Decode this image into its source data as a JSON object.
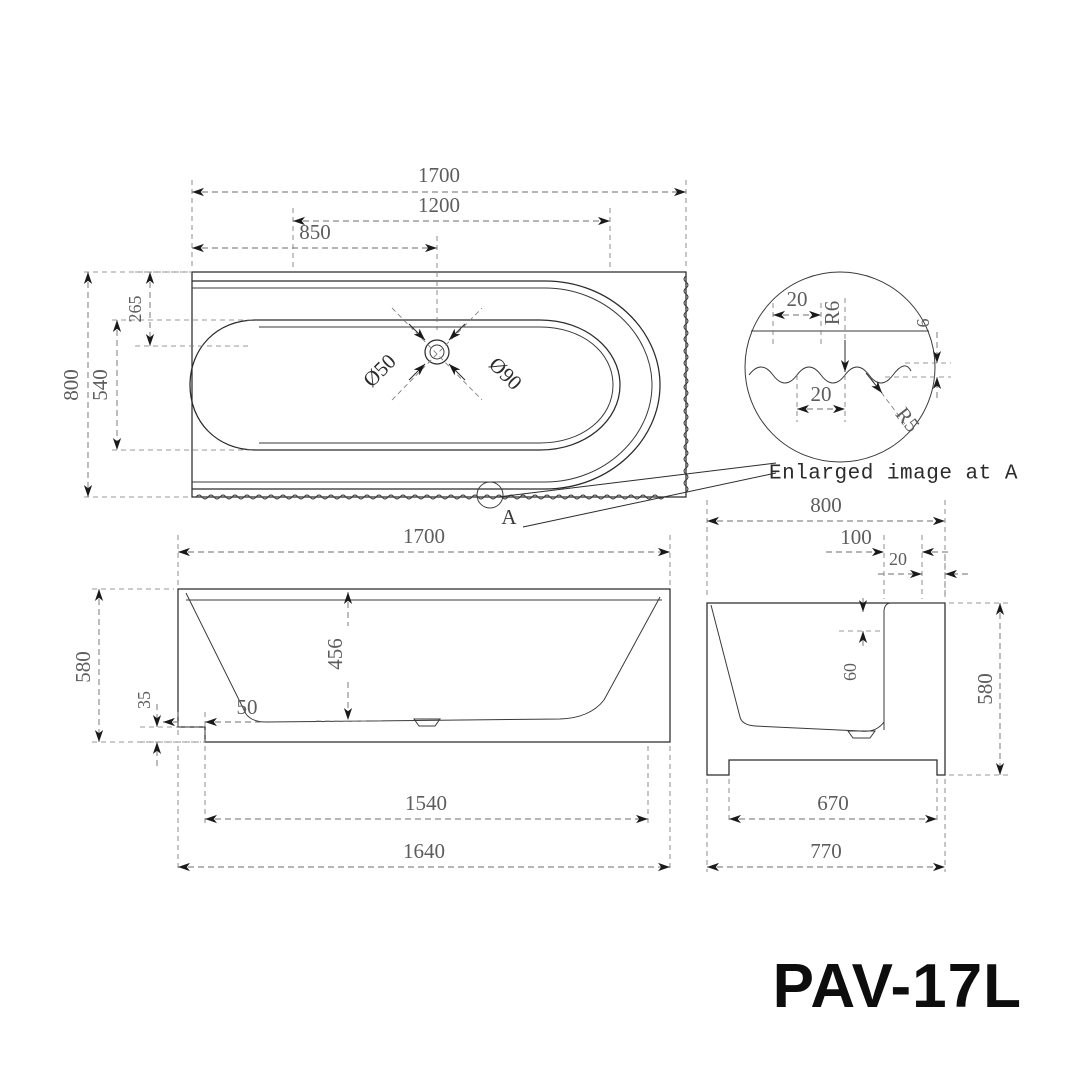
{
  "drawing": {
    "model_label": "PAV-17L",
    "note_enlarged": "Enlarged image at A",
    "detail_mark": "A",
    "background_color": "#ffffff",
    "line_color": "#2b2b2b",
    "dimension_color": "#6d6d6d"
  },
  "top_view": {
    "name": "top-view",
    "dims": {
      "overall_length": "1700",
      "to_drain_axis_right": "1200",
      "to_drain_axis_left": "850",
      "overall_width": "800",
      "inner_width": "540",
      "rim_offset": "265"
    },
    "drain": {
      "waste_dia": "Ø50",
      "overflow_dia": "Ø90"
    }
  },
  "detail_a": {
    "name": "enlarged-detail-a",
    "dims": {
      "wave_pitch_upper": "20",
      "crest_radius": "R6",
      "wave_pitch_lower": "20",
      "trough_radius": "R5",
      "wave_amplitude": "6"
    }
  },
  "front_view": {
    "name": "front-elevation",
    "dims": {
      "overall_length": "1700",
      "overall_height": "580",
      "inner_depth": "456",
      "plinth_height": "35",
      "plinth_inset": "50",
      "base_length_inner": "1540",
      "base_length_outer": "1640"
    }
  },
  "side_view": {
    "name": "side-elevation",
    "dims": {
      "overall_width": "800",
      "rim_offset_100": "100",
      "rim_offset_20": "20",
      "rim_drop_60": "60",
      "overall_height": "580",
      "base_width_inner": "670",
      "base_width_outer": "770"
    }
  }
}
